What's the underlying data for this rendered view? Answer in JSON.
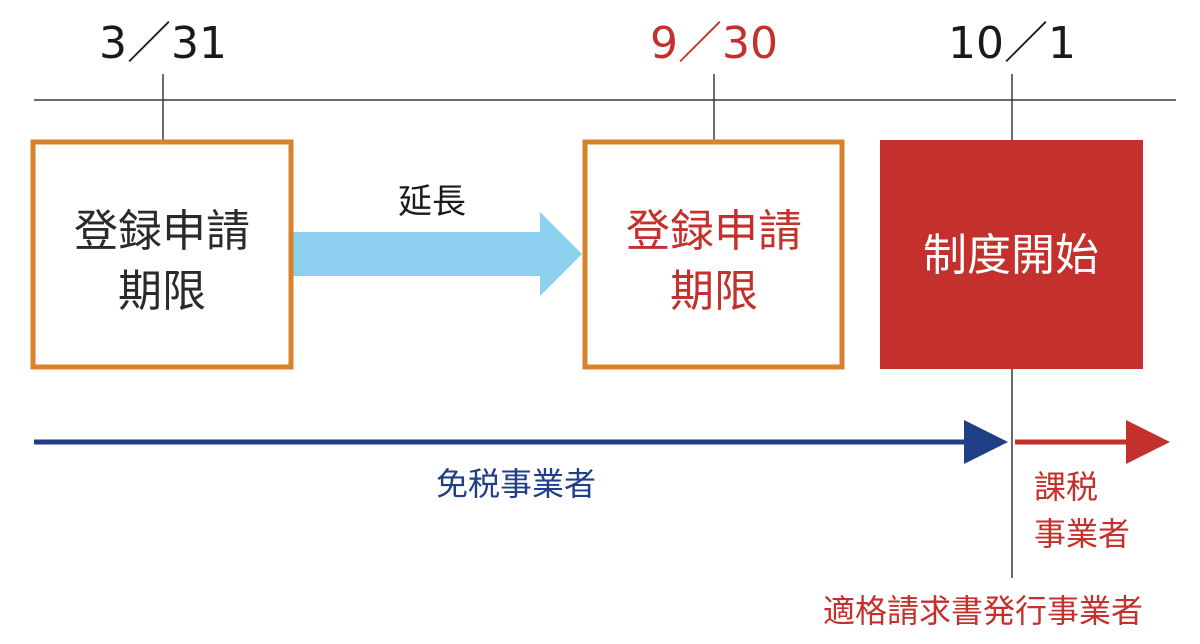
{
  "timeline": {
    "dates": [
      {
        "label": "3／31",
        "color": "#1a1a1a"
      },
      {
        "label": "9／30",
        "color": "#c4302b"
      },
      {
        "label": "10／1",
        "color": "#1a1a1a"
      }
    ]
  },
  "boxes": {
    "deadline_original": {
      "line1": "登録申請",
      "line2": "期限",
      "text_color": "#2a2a2a",
      "border_color": "#d9822b"
    },
    "deadline_extended": {
      "line1": "登録申請",
      "line2": "期限",
      "text_color": "#c4302b",
      "border_color": "#d9822b"
    },
    "system_start": {
      "label": "制度開始",
      "text_color": "#ffffff",
      "fill_color": "#c4302b"
    }
  },
  "extension_arrow": {
    "label": "延長",
    "color": "#8ccfee"
  },
  "status": {
    "tax_exempt": {
      "label": "免税事業者",
      "color": "#1f3f86"
    },
    "taxable": {
      "line1": "課税",
      "line2": "事業者",
      "color": "#c4302b"
    },
    "qualified_issuer": {
      "label": "適格請求書発行事業者",
      "color": "#c4302b"
    }
  }
}
